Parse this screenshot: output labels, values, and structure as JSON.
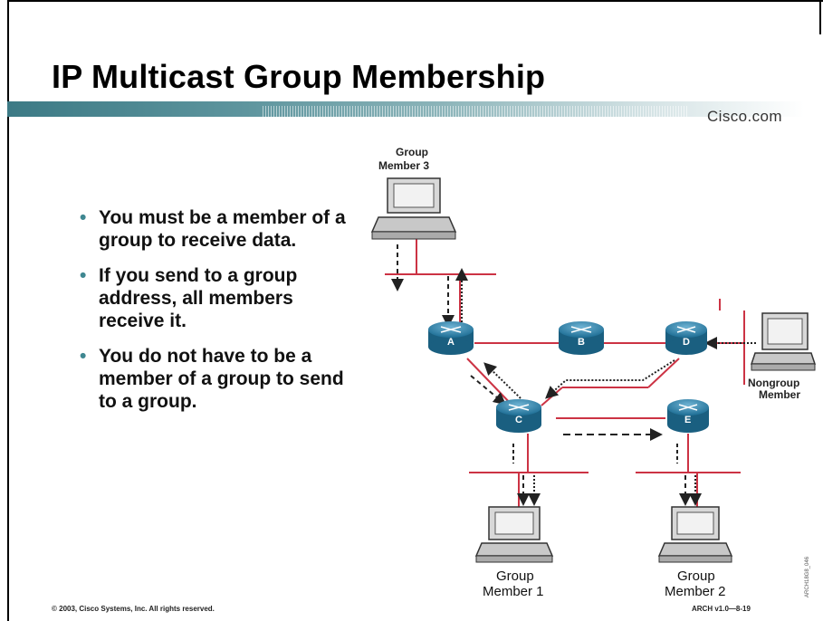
{
  "slide": {
    "title": "IP Multicast Group Membership",
    "brand": "Cisco.com",
    "bullets": [
      "You must be a member of a group to receive data.",
      "If you send to a group address, all members receive it.",
      "You do not have to be a member of a group to send to a group."
    ],
    "footer_left": "© 2003, Cisco Systems, Inc. All rights reserved.",
    "footer_right": "ARCH v1.0—8-19"
  },
  "diagram": {
    "group_member_3_line1": "Group",
    "group_member_3_line2": "Member 3",
    "nongroup_line1": "Nongroup",
    "nongroup_line2": "Member",
    "group_member_1_line1": "Group",
    "group_member_1_line2": "Member 1",
    "group_member_2_line1": "Group",
    "group_member_2_line2": "Member 2",
    "routers": [
      "A",
      "B",
      "C",
      "D",
      "E"
    ],
    "figure_id": "ARCH18G8_046",
    "colors": {
      "router_fill": "#2f86ad",
      "link": "#cc3344",
      "accent": "#3f8791"
    }
  }
}
